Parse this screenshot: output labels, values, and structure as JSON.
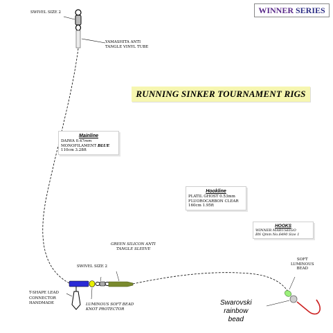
{
  "brand": {
    "word1": "WINNER",
    "word2": "SERIES"
  },
  "title": "RUNNING SINKER TOURNAMENT RIGS",
  "labels": {
    "swivel_top": "SWIVEL SIZE 2",
    "tube_line1": "YAMASHITA ANTI",
    "tube_line2": "TANGLE VINYL TUBE",
    "swivel_bottom": "SWIVEL SIZE 2",
    "sleeve_line1": "GREEN SILICON ANTI",
    "sleeve_line2": "TANGLE SLEEVE",
    "tshape_line1": "T-SHAPE LEAD",
    "tshape_line2": "CONNECTOR",
    "tshape_line3": "HANDMADE",
    "bead_line1": "LUMINOUS SOFT BEAD",
    "bead_line2": "KNOT PROTECTOR",
    "soft_line1": "SOFT",
    "soft_line2": "LUMINOUS",
    "soft_line3": "BEAD",
    "swarovski_line1": "Swarovski",
    "swarovski_line2": "rainbow",
    "swarovski_line3": "bead"
  },
  "mainline": {
    "heading": "Mainline",
    "line1_prefix": "DAIWA 0.47",
    "line1_unit": "mm",
    "line2_prefix": "MONOFILAMENT ",
    "line2_color": "BLUE",
    "line3": "110cm 3.28ft"
  },
  "hookline": {
    "heading": "Hookline",
    "line1": "PLATIL GHOST 0.53mm",
    "line2": "FLUOROCARBON CLEAR",
    "line3": "160cm 1.95ft"
  },
  "hooks": {
    "heading": "HOOKS",
    "line1": "WINNER MARUSEIGO",
    "line2": "BN Qmm No.6490 Size 1"
  },
  "colors": {
    "title_bg": "#f6f6b0",
    "lead": "#2b2bd6",
    "bead_yellow": "#e8f000",
    "sleeve_green": "#7a8a2e",
    "soft_bead_green": "#9cf07a",
    "hook_red": "#cc2020"
  }
}
